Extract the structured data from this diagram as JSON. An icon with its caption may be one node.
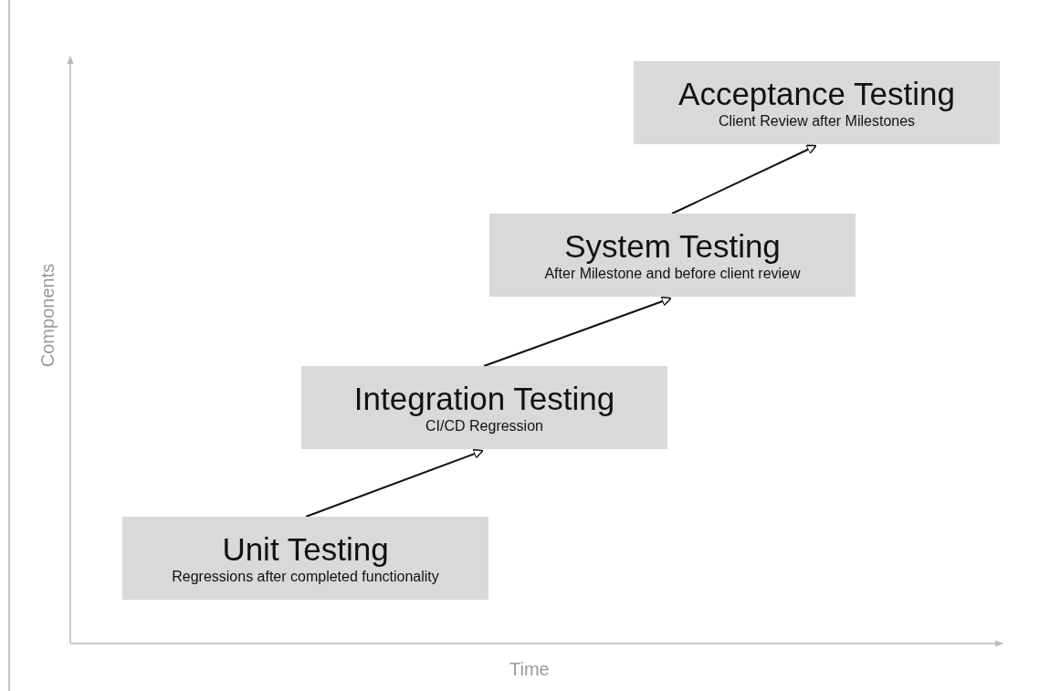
{
  "diagram": {
    "nodes": [
      {
        "text": [
          "Unit Testing",
          "Regressions after completed functionality"
        ]
      },
      {
        "text": [
          "Integration Testing",
          "CI/CD Regression"
        ]
      },
      {
        "text": [
          "System Testing",
          "After Milestone and before client review"
        ]
      },
      {
        "text": [
          "Acceptance Testing",
          "Client Review after Milestones"
        ]
      }
    ],
    "edges": [
      {
        "from": 0,
        "to": 1,
        "arrow": "to"
      },
      {
        "from": 1,
        "to": 2,
        "arrow": "to"
      },
      {
        "from": 2,
        "to": 3,
        "arrow": "to"
      }
    ],
    "labels": [
      "Components",
      "Time"
    ]
  }
}
